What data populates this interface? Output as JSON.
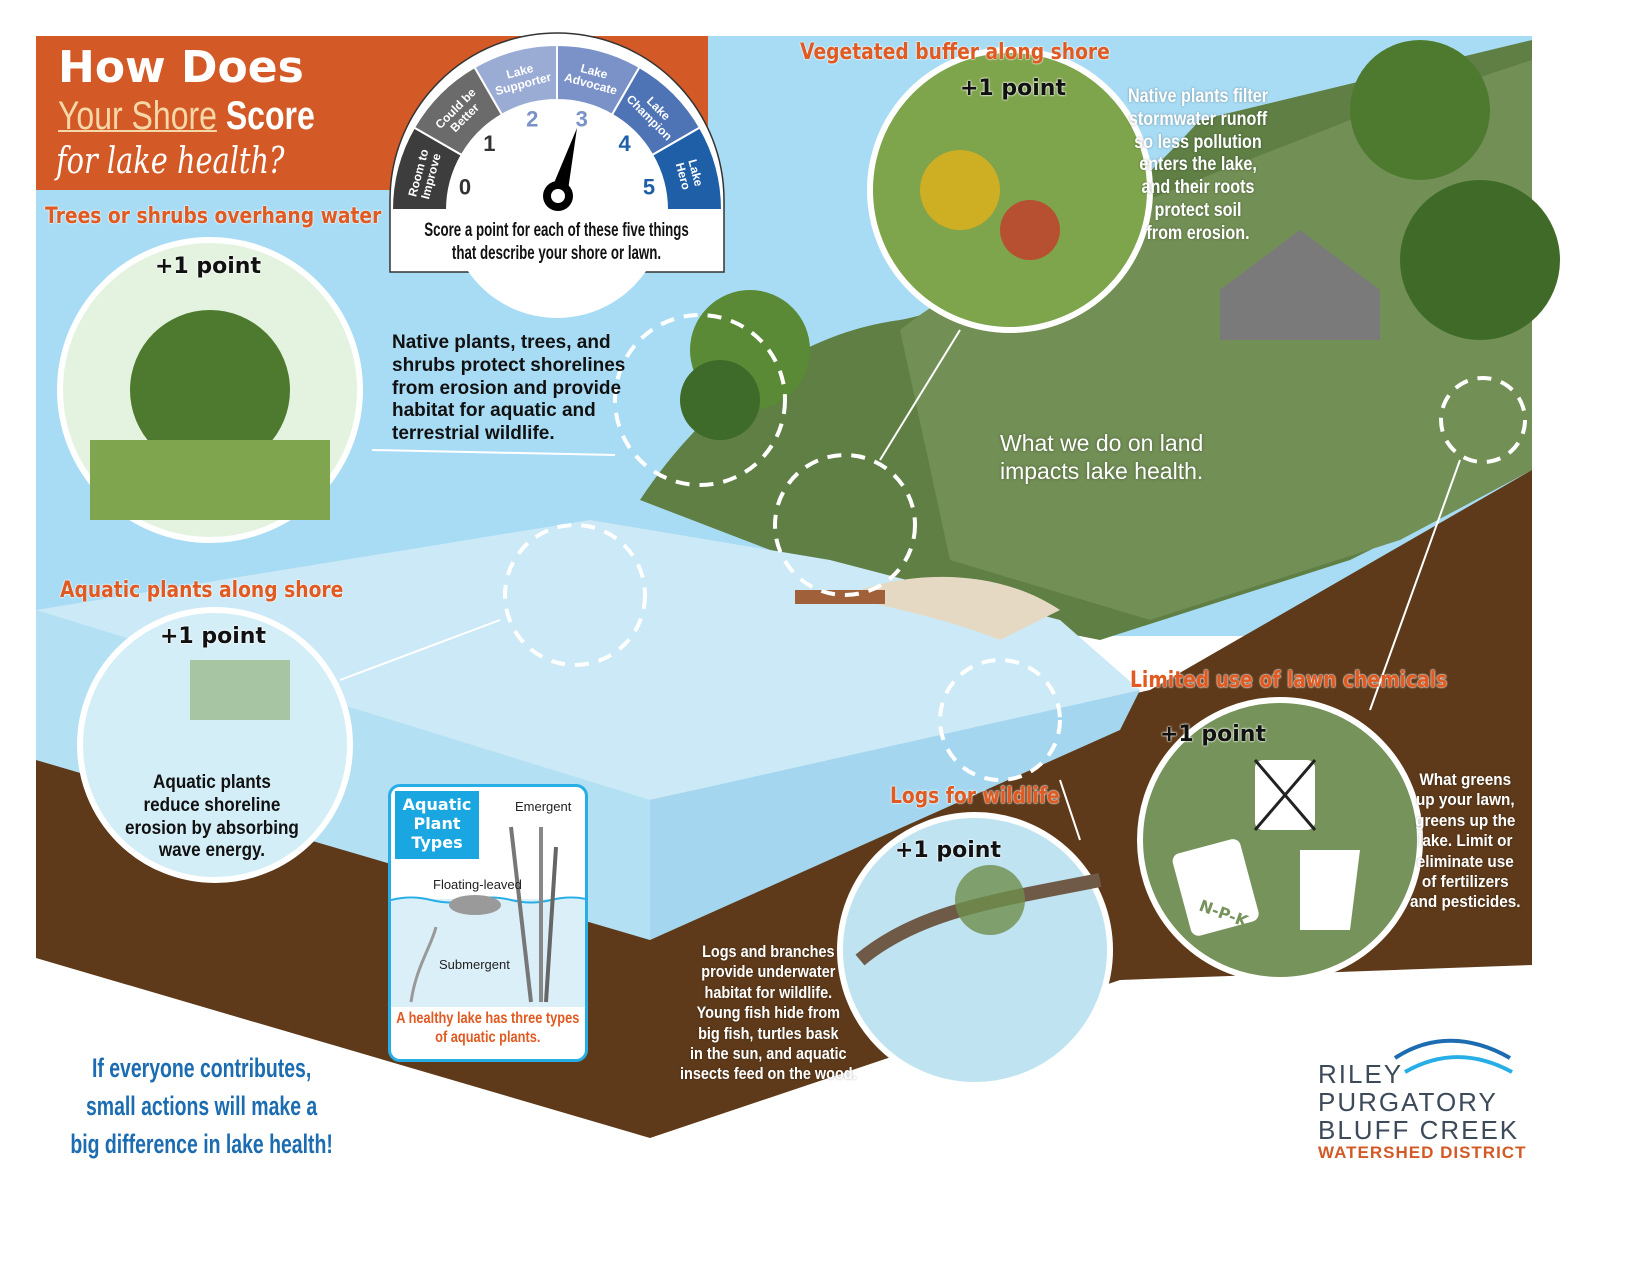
{
  "title": {
    "line1": "How Does",
    "line2_highlight": "Your Shore",
    "line2_rest": "Score",
    "line3": "for lake health?"
  },
  "gauge": {
    "segments": [
      "Room to Improve",
      "Could be Better",
      "Lake Supporter",
      "Lake Advocate",
      "Lake Champion",
      "Lake Hero"
    ],
    "numbers": [
      "0",
      "1",
      "2",
      "3",
      "4",
      "5"
    ],
    "pointer_value": 3,
    "caption_line1": "Score a point for each of these five things",
    "caption_line2": "that describe your shore or lawn."
  },
  "circles": {
    "trees": {
      "title": "Trees or shrubs overhang water",
      "point": "+1 point",
      "desc": [
        "Native plants, trees, and",
        "shrubs protect shorelines",
        "from erosion and provide",
        "habitat for aquatic and",
        "terrestrial wildlife."
      ]
    },
    "buffer": {
      "title": "Vegetated buffer along shore",
      "point": "+1 point",
      "desc": [
        "Native plants filter",
        "stormwater runoff",
        "so less pollution",
        "enters the lake,",
        "and their roots",
        "protect soil",
        "from erosion."
      ]
    },
    "aquatic": {
      "title": "Aquatic plants along shore",
      "point": "+1 point",
      "desc": [
        "Aquatic plants",
        "reduce shoreline",
        "erosion by absorbing",
        "wave energy."
      ]
    },
    "logs": {
      "title": "Logs for wildlife",
      "point": "+1 point",
      "desc": [
        "Logs and branches",
        "provide underwater",
        "habitat for wildlife.",
        "Young fish hide from",
        "big fish, turtles bask",
        "in the sun, and aquatic",
        "insects feed on the wood."
      ]
    },
    "chemicals": {
      "title": "Limited use of lawn chemicals",
      "point": "+1 point",
      "bag_label": "N-P-K",
      "desc": [
        "What greens",
        "up your lawn,",
        "greens up the",
        "lake. Limit or",
        "eliminate use",
        "of fertilizers",
        "and pesticides."
      ]
    }
  },
  "land_text": [
    "What we do on land",
    "impacts lake health."
  ],
  "plant_types": {
    "header": "Aquatic Plant Types",
    "emergent": "Emergent",
    "floating": "Floating-leaved",
    "submergent": "Submergent",
    "footer": "A healthy lake has three types of aquatic plants."
  },
  "closing": [
    "If everyone contributes,",
    "small actions will make a",
    "big difference in lake health!"
  ],
  "logo": {
    "line1": "RILEY",
    "line2": "PURGATORY",
    "line3": "BLUFF CREEK",
    "line4": "WATERSHED DISTRICT"
  },
  "colors": {
    "orange": "#d35a26",
    "sky": "#a8dcf4",
    "grass": "#6e8c52",
    "soil": "#5e3a1a",
    "water": "#cbe9f6",
    "blue": "#1b6cb0"
  }
}
